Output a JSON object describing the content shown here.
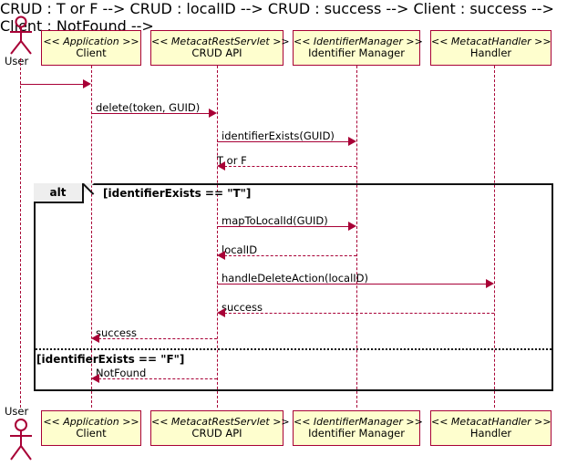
{
  "diagram": {
    "type": "sequence-diagram",
    "colors": {
      "participant_fill": "#FEFECE",
      "participant_border": "#A80036",
      "lifeline": "#A80036",
      "arrow": "#A80036",
      "frame": "#111111",
      "frame_label_fill": "#EEEEEE",
      "background": "#FFFFFF"
    },
    "actor": {
      "name": "User",
      "icon": "stick-figure-actor-icon"
    },
    "participants": [
      {
        "id": "client",
        "stereotype": "<< Application >>",
        "name": "Client"
      },
      {
        "id": "crud",
        "stereotype": "<< MetacatRestServlet >>",
        "name": "CRUD API"
      },
      {
        "id": "idmgr",
        "stereotype": "<< IdentifierManager >>",
        "name": "Identifier Manager"
      },
      {
        "id": "handler",
        "stereotype": "<< MetacatHandler >>",
        "name": "Handler"
      }
    ],
    "messages": [
      {
        "id": "m0",
        "label": "",
        "from": "user",
        "to": "client",
        "style": "solid",
        "direction": "right"
      },
      {
        "id": "m1",
        "label": "delete(token, GUID)",
        "from": "client",
        "to": "crud",
        "style": "solid",
        "direction": "right"
      },
      {
        "id": "m2",
        "label": "identifierExists(GUID)",
        "from": "crud",
        "to": "idmgr",
        "style": "solid",
        "direction": "right"
      },
      {
        "id": "m3",
        "label": "T or F",
        "from": "idmgr",
        "to": "crud",
        "style": "dotted",
        "direction": "left"
      },
      {
        "id": "m4",
        "label": "mapToLocalId(GUID)",
        "from": "crud",
        "to": "idmgr",
        "style": "solid",
        "direction": "right"
      },
      {
        "id": "m5",
        "label": "localID",
        "from": "idmgr",
        "to": "crud",
        "style": "dotted",
        "direction": "left"
      },
      {
        "id": "m6",
        "label": "handleDeleteAction(localID)",
        "from": "crud",
        "to": "handler",
        "style": "solid",
        "direction": "right"
      },
      {
        "id": "m7",
        "label": "success",
        "from": "handler",
        "to": "crud",
        "style": "dotted",
        "direction": "left"
      },
      {
        "id": "m8",
        "label": "success",
        "from": "crud",
        "to": "client",
        "style": "dotted",
        "direction": "left"
      },
      {
        "id": "m9",
        "label": "NotFound",
        "from": "crud",
        "to": "client",
        "style": "dotted",
        "direction": "left"
      }
    ],
    "fragment": {
      "operator": "alt",
      "guards": [
        {
          "id": "g1",
          "text": "[identifierExists == \"T\"]"
        },
        {
          "id": "g2",
          "text": "[identifierExists == \"F\"]"
        }
      ]
    }
  }
}
